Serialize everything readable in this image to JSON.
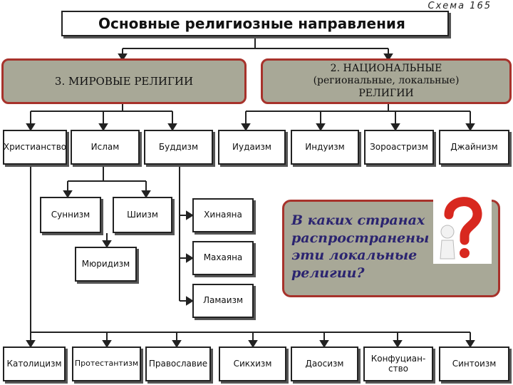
{
  "header": {
    "title": "Основные религиозные направления",
    "scheme_label": "Схема 165"
  },
  "categories": {
    "world": "3. МИРОВЫЕ РЕЛИГИИ",
    "national": "2. НАЦИОНАЛЬНЫЕ (региональные, локальные) РЕЛИГИИ"
  },
  "religions": {
    "christianity": "Христианство",
    "islam": "Ислам",
    "buddhism": "Буддизм",
    "judaism": "Иудаизм",
    "hinduism": "Индуизм",
    "zoroastrianism": "Зороастризм",
    "jainism": "Джайнизм"
  },
  "islam_branches": {
    "sunnism": "Суннизм",
    "shiism": "Шиизм",
    "muridism": "Мюридизм"
  },
  "buddhism_branches": {
    "hinayana": "Хинаяна",
    "mahayana": "Махаяна",
    "lamaism": "Ламаизм"
  },
  "bottom_row": {
    "catholicism": "Католицизм",
    "protestantism": "Протестантизм",
    "orthodoxy": "Православие",
    "sikhism": "Сикхизм",
    "taoism": "Даосизм",
    "confucianism": "Конфуциан-ство",
    "shintoism": "Синтоизм"
  },
  "question": {
    "text": "В каких странах распространены эти локальные религии?"
  },
  "colors": {
    "category_fill": "#a8a897",
    "category_border": "#a7322b",
    "question_text": "#2b2470",
    "question_mark": "#d8281f"
  }
}
